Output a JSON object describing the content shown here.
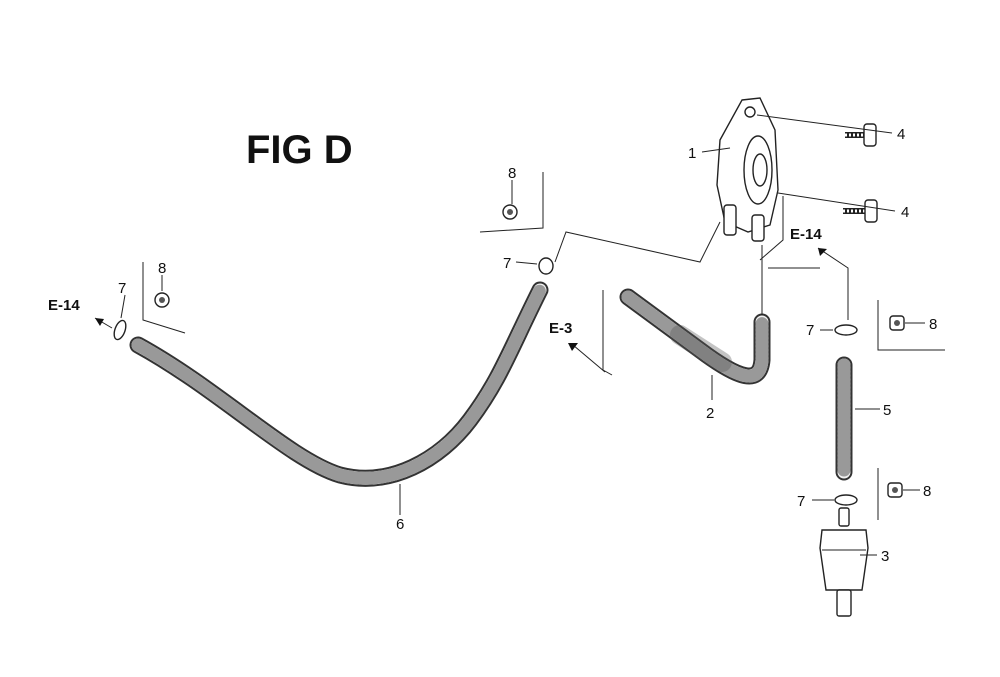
{
  "figure": {
    "title": "FIG D"
  },
  "callouts": {
    "pump": "1",
    "hose_upper": "2",
    "filter": "3",
    "screw_top": "4",
    "screw_mid": "4",
    "hose_short": "5",
    "hose_long": "6",
    "clip_left": "7",
    "clip_upper": "7",
    "clip_right_upper": "7",
    "clip_right_lower": "7",
    "nut_upper": "8",
    "nut_left": "8",
    "nut_right_upper": "8",
    "nut_right_lower": "8"
  },
  "references": {
    "left": "E-14",
    "mid": "E-3",
    "right": "E-14"
  }
}
